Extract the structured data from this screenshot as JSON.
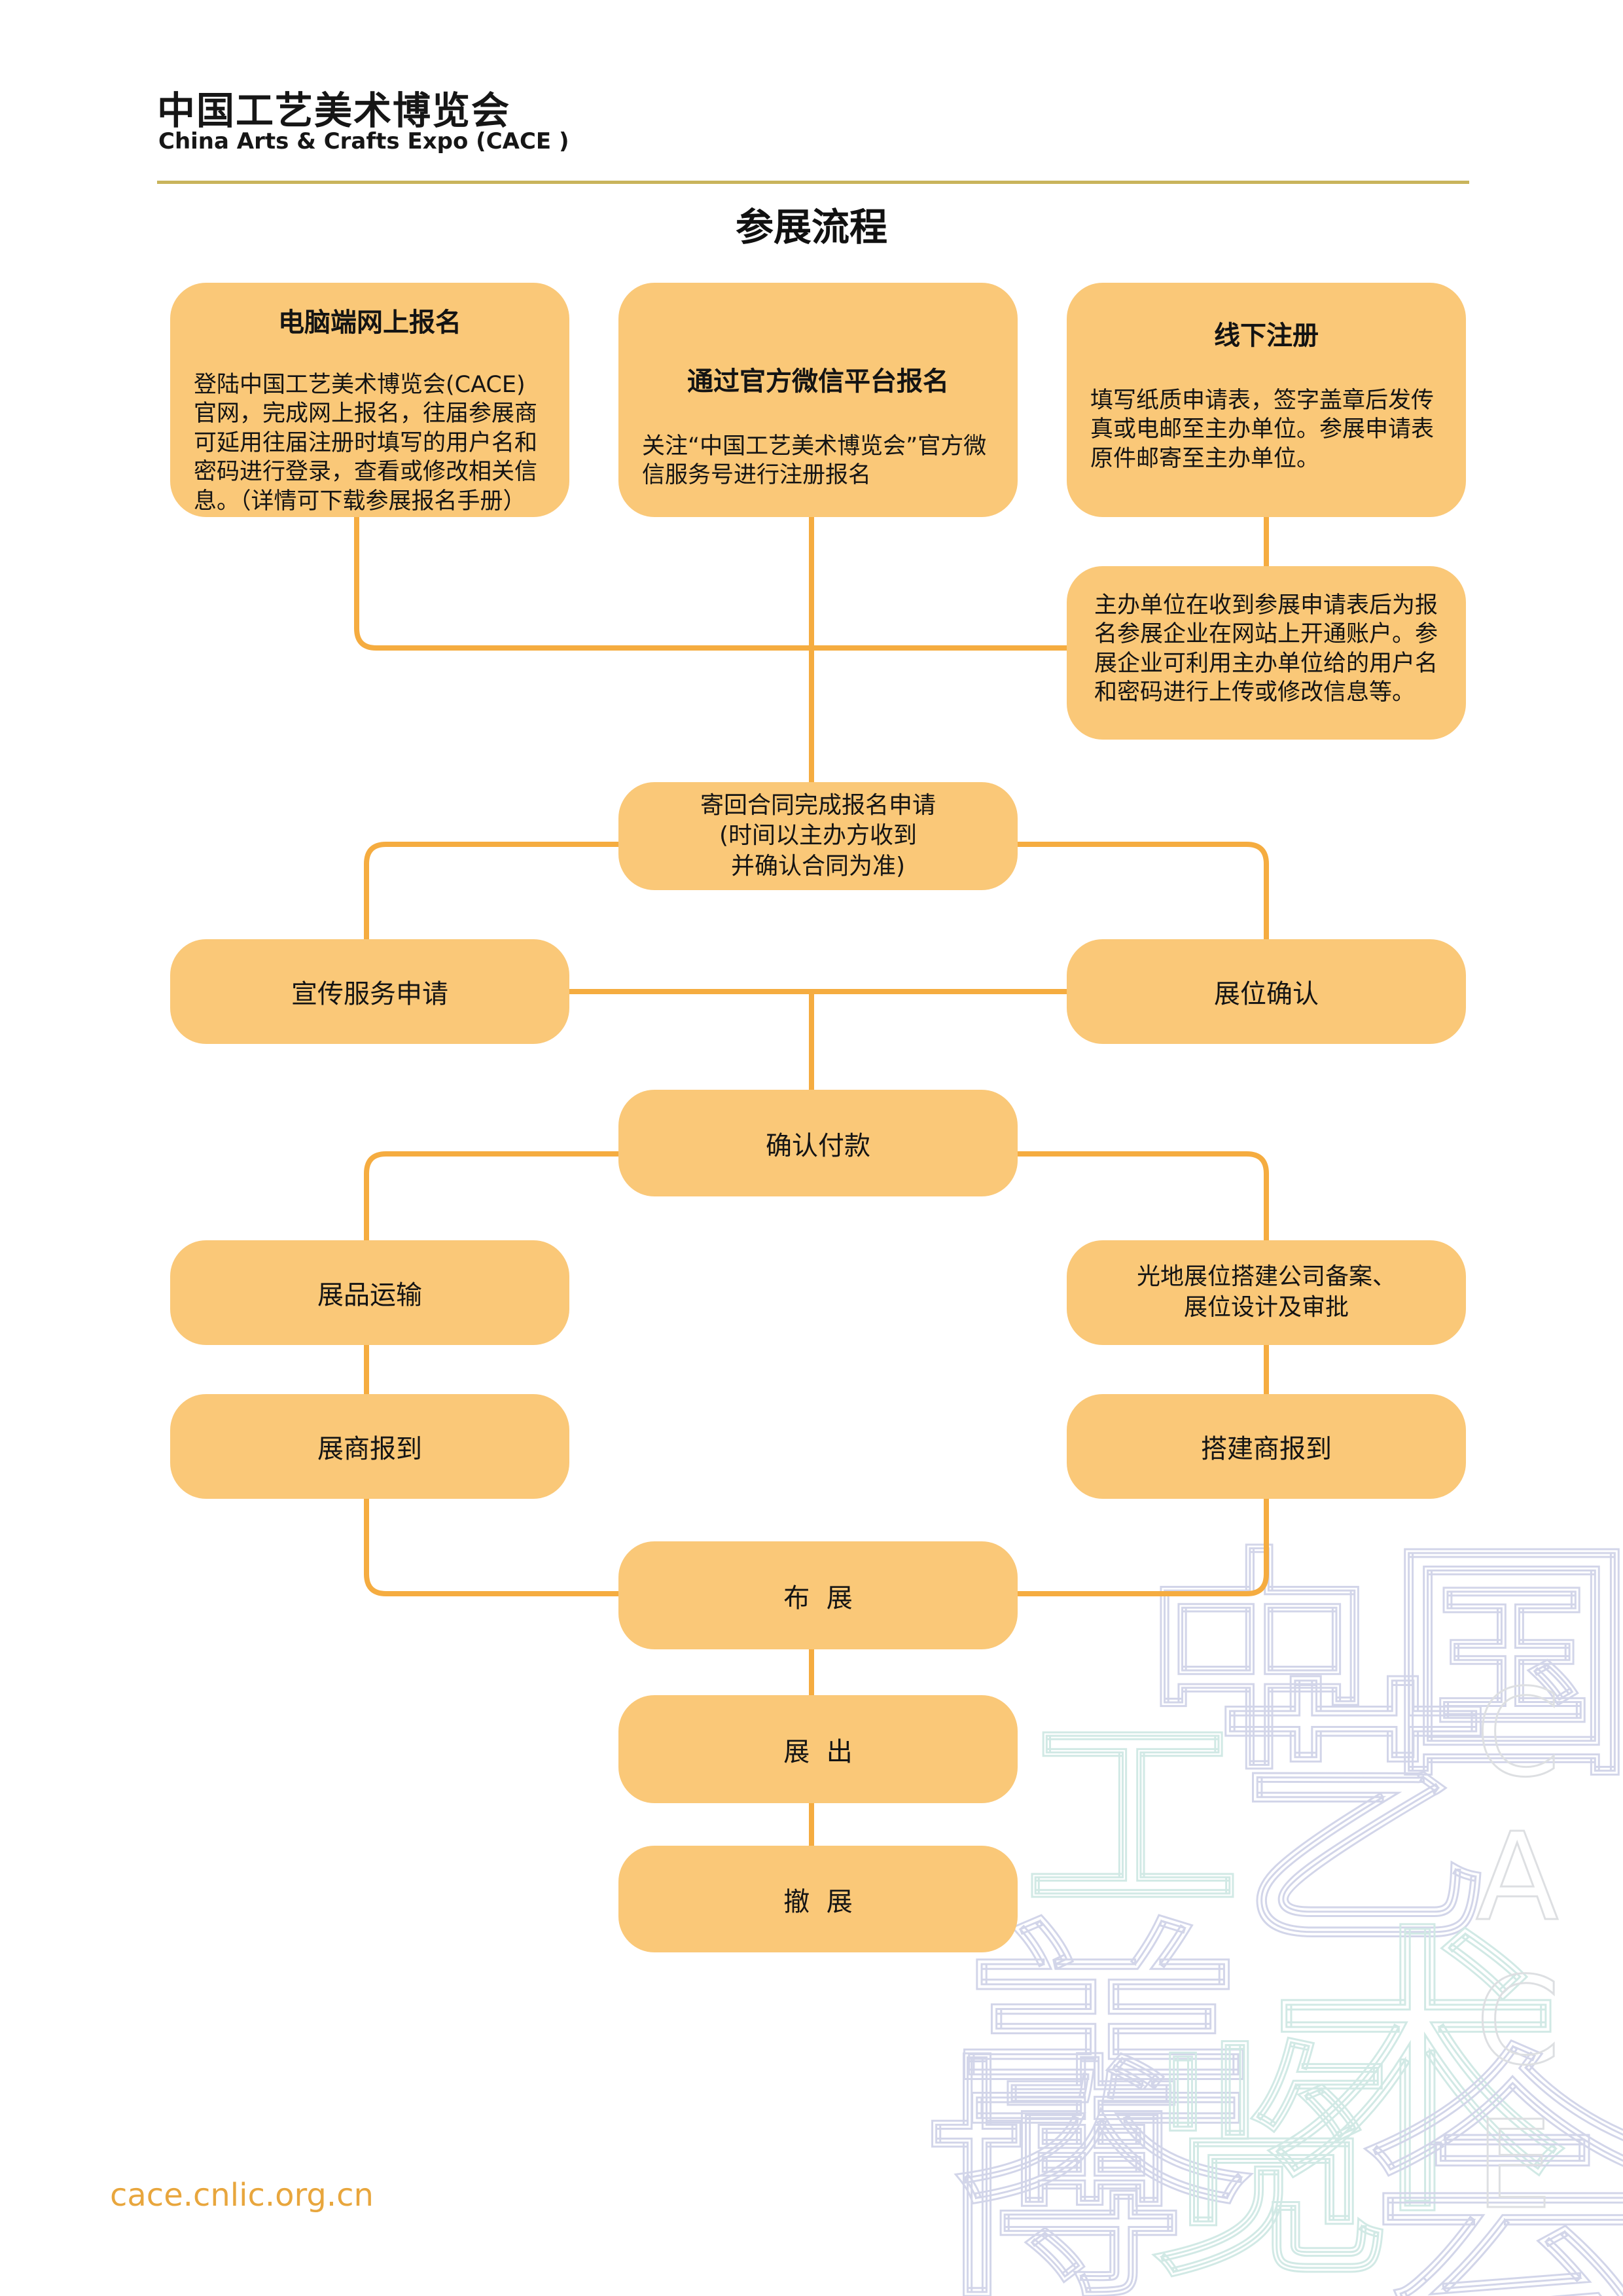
{
  "header": {
    "title_zh": "中国工艺美术博览会",
    "title_en": "China Arts & Crafts Expo  (CACE )"
  },
  "page_title": "参展流程",
  "flow": {
    "top_row": [
      {
        "title": "电脑端网上报名",
        "body": "登陆中国工艺美术博览会(CACE)官网，完成网上报名，往届参展商可延用往届注册时填写的用户名和密码进行登录，查看或修改相关信息。（详情可下载参展报名手册）"
      },
      {
        "title": "通过官方微信平台报名",
        "body": "关注“中国工艺美术博览会”官方微信服务号进行注册报名"
      },
      {
        "title": "线下注册",
        "body": "填写纸质申请表，签字盖章后发传真或电邮至主办单位。参展申请表原件邮寄至主办单位。"
      }
    ],
    "account_note": "主办单位在收到参展申请表后为报名参展企业在网站上开通账户。参展企业可利用主办单位给的用户名和密码进行上传或修改信息等。",
    "contract": "寄回合同完成报名申请\n(时间以主办方收到\n并确认合同为准)",
    "nodes": {
      "publicity": "宣传服务申请",
      "booth_confirm": "展位确认",
      "payment": "确认付款",
      "transport": "展品运输",
      "raw_space": "光地展位搭建公司备案、\n展位设计及审批",
      "exhibitor_checkin": "展商报到",
      "builder_checkin": "搭建商报到",
      "setup": "布  展",
      "exhibition": "展  出",
      "teardown": "撤  展"
    }
  },
  "footer": {
    "url": "cace.cnlic.org.cn"
  },
  "colors": {
    "box_fill": "#FAC878",
    "connector_line": "#F5AC40",
    "header_rule_gold": "#C9B45C",
    "footer_orange": "#E8A63D",
    "text": "#141414"
  },
  "watermark": {
    "chars": [
      "中",
      "国",
      "工",
      "艺",
      "美",
      "术",
      "博",
      "览",
      "会"
    ],
    "cace": [
      "C",
      "A",
      "C",
      "E"
    ]
  }
}
